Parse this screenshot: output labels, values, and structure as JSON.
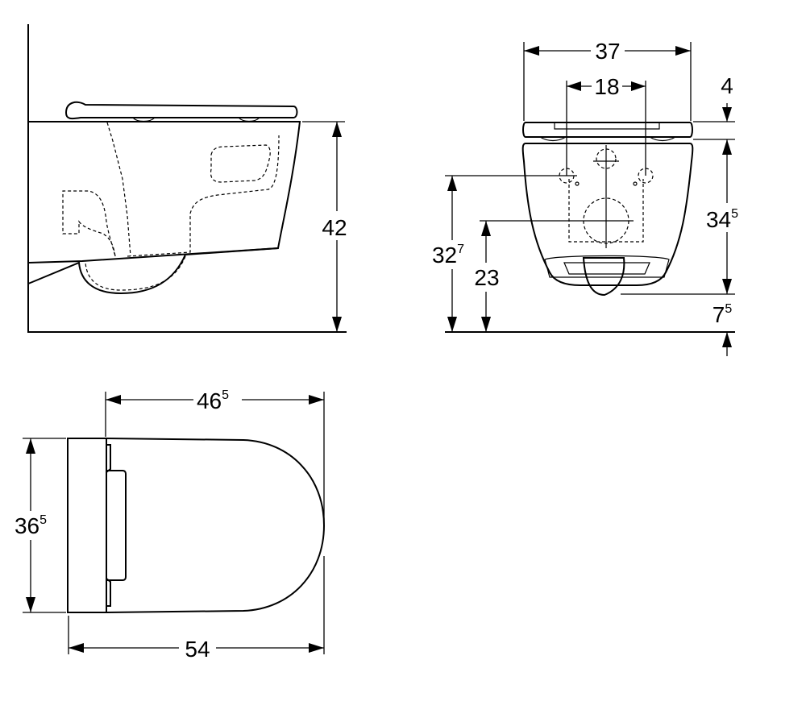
{
  "side_view": {
    "height": {
      "main": "42",
      "sup": ""
    }
  },
  "front_view": {
    "width": {
      "main": "37",
      "sup": ""
    },
    "fixing_spacing": {
      "main": "18",
      "sup": ""
    },
    "seat_thickness": {
      "main": "4",
      "sup": ""
    },
    "bowl_height": {
      "main": "34",
      "sup": "5"
    },
    "fixing_height": {
      "main": "32",
      "sup": "7"
    },
    "outlet_height": {
      "main": "23",
      "sup": ""
    },
    "clearance": {
      "main": "7",
      "sup": "5"
    }
  },
  "top_view": {
    "bowl_length": {
      "main": "46",
      "sup": "5"
    },
    "width": {
      "main": "36",
      "sup": "5"
    },
    "total_length": {
      "main": "54",
      "sup": ""
    }
  }
}
